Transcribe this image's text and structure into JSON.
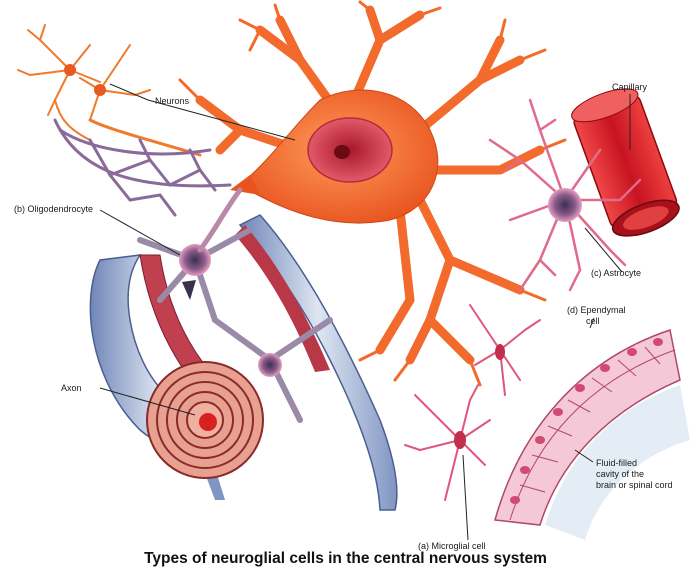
{
  "caption": "Types of neuroglial cells in the central nervous system",
  "labels": {
    "neurons": "Neurons",
    "capillary": "Capillary",
    "oligodendrocyte": "(b) Oligodendrocyte",
    "astrocyte": "(c) Astrocyte",
    "ependymal_line1": "(d) Ependymal",
    "ependymal_line2": "cell",
    "axon": "Axon",
    "fluid_line1": "Fluid-filled",
    "fluid_line2": "cavity of the",
    "fluid_line3": "brain or spinal cord",
    "microglial": "(a) Microglial cell"
  },
  "colors": {
    "neuron_fill": "#f26a2c",
    "neuron_dark": "#d94a1a",
    "nucleus": "#c8243a",
    "capillary": "#d8202a",
    "glia_pink": "#e0567a",
    "myelin_blue": "#9fb4d6",
    "myelin_red": "#c0303a",
    "ependymal": "#efb4c8"
  }
}
